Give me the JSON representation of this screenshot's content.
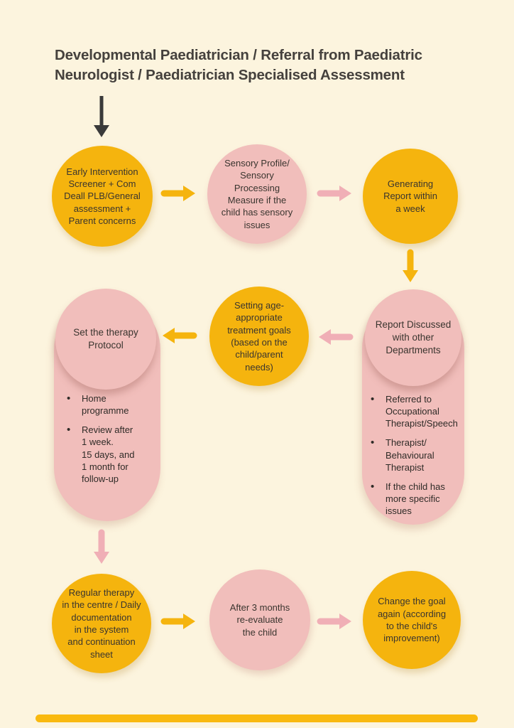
{
  "colors": {
    "bg": "#FCF4DE",
    "yellow": "#F5B40E",
    "pink": "#F1BEBB",
    "pink_arrow": "#F0AFB6",
    "title_color": "#45413D",
    "text": "#3A352F",
    "bullet_text": "#2F2B27",
    "black_arrow": "#3A3A3A",
    "bar": "#F9B90F"
  },
  "title": "Developmental Paediatrician / Referral from Paediatric\nNeurologist / Paediatrician Specialised Assessment",
  "nodes": {
    "early_intervention": {
      "label": "Early Intervention\nScreener + Com\nDeall PLB/General\nassessment +\nParent concerns"
    },
    "sensory_profile": {
      "label": "Sensory Profile/\nSensory\nProcessing\nMeasure if the\nchild has sensory\nissues"
    },
    "generating_report": {
      "label": "Generating\nReport within\na week"
    },
    "report_discussed": {
      "label": "Report Discussed\nwith other\nDepartments",
      "bullets": [
        "Referred to\nOccupational\nTherapist/Speech",
        "Therapist/\nBehavioural\nTherapist",
        "If the child has\nmore specific\nissues"
      ]
    },
    "setting_goals": {
      "label": "Setting age-\nappropriate\ntreatment goals\n(based on the\nchild/parent\nneeds)"
    },
    "therapy_protocol": {
      "label": "Set the therapy\nProtocol",
      "bullets": [
        "Home\nprogramme",
        "Review after\n1 week.\n15 days, and\n1 month for\nfollow-up"
      ]
    },
    "regular_therapy": {
      "label": "Regular therapy\nin the centre / Daily\ndocumentation\nin the system\nand continuation\nsheet"
    },
    "re_evaluate": {
      "label": "After 3 months\nre-evaluate\nthe child"
    },
    "change_goal": {
      "label": "Change the goal\nagain (according\nto the child's\nimprovement)"
    }
  }
}
